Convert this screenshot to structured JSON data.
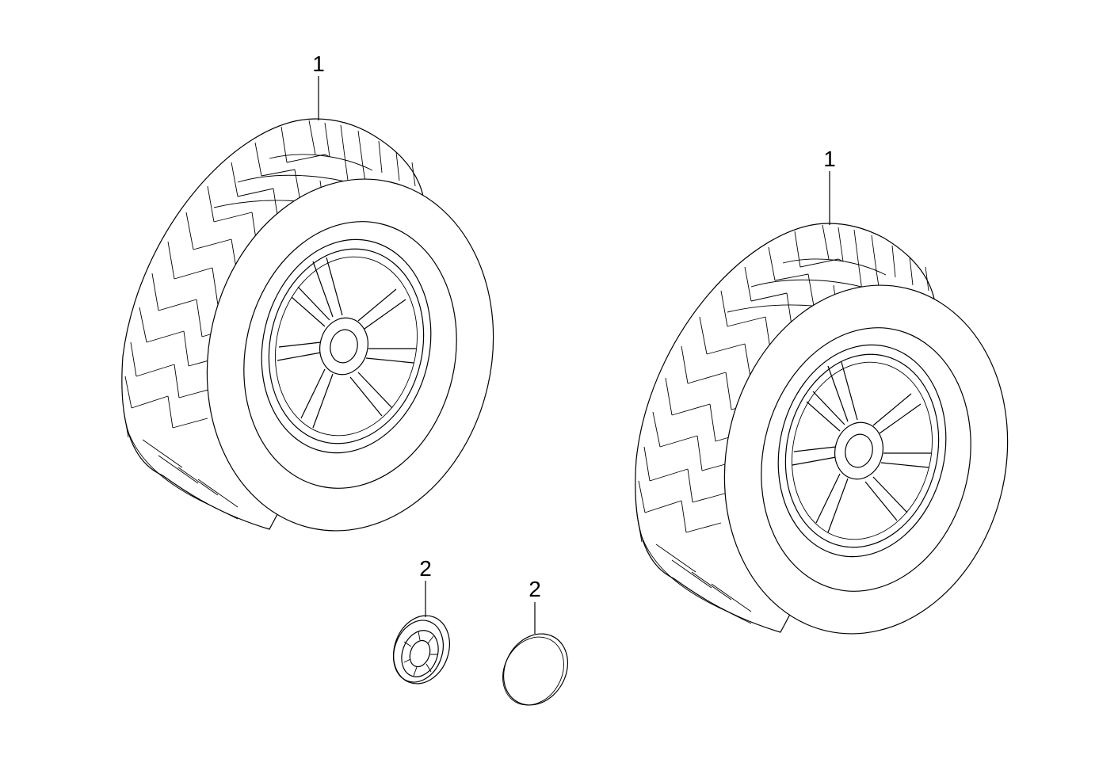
{
  "callouts": [
    {
      "id": "wheel-left",
      "label": "1"
    },
    {
      "id": "wheel-right",
      "label": "1"
    },
    {
      "id": "hubcap-ribbed",
      "label": "2"
    },
    {
      "id": "hubcap-plain",
      "label": "2"
    }
  ]
}
